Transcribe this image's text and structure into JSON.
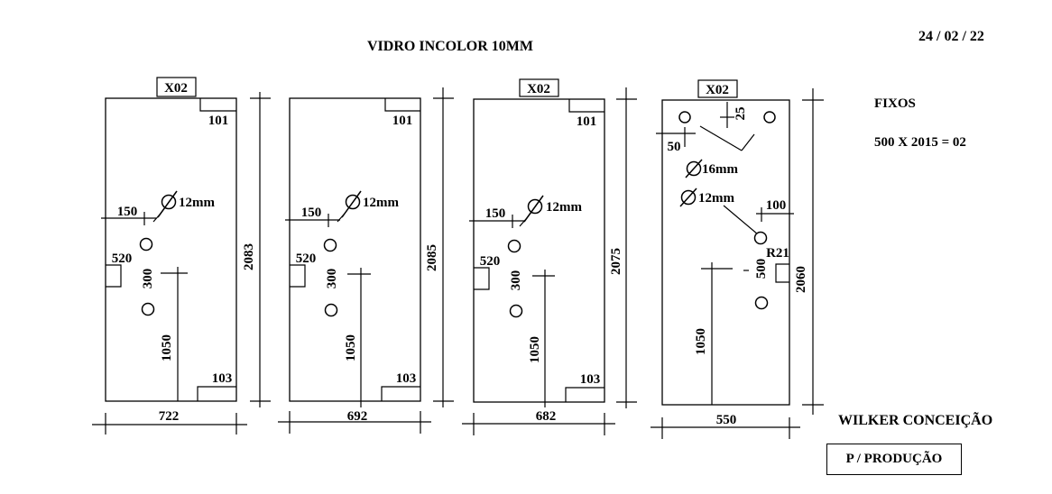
{
  "header": {
    "title": "VIDRO INCOLOR 10MM",
    "date": "24 / 02 / 22"
  },
  "notes": {
    "fixos_label": "FIXOS",
    "fixos_spec": "500 X 2015 = 02",
    "client": "WILKER CONCEIÇÃO",
    "status": "P / PRODUÇÃO"
  },
  "panels": [
    {
      "tag": "X02",
      "top_notch": "101",
      "bottom_notch": "103",
      "hole_label": "12mm",
      "offset_x": "150",
      "hole_spacing": "300",
      "side_notch": "520",
      "handle_height": "1050",
      "height": "2083",
      "width": "722"
    },
    {
      "tag": "",
      "top_notch": "101",
      "bottom_notch": "103",
      "hole_label": "12mm",
      "offset_x": "150",
      "hole_spacing": "300",
      "side_notch": "520",
      "handle_height": "1050",
      "height": "2085",
      "width": "692"
    },
    {
      "tag": "X02",
      "top_notch": "101",
      "bottom_notch": "103",
      "hole_label": "12mm",
      "offset_x": "150",
      "hole_spacing": "300",
      "side_notch": "520",
      "handle_height": "1050",
      "height": "2075",
      "width": "682"
    },
    {
      "tag": "X02",
      "dim_top_offset": "25",
      "dim_side_offset": "50",
      "hole_large_label": "16mm",
      "hole_small_label": "12mm",
      "offset_x": "100",
      "radius": "R21",
      "hole_spacing": "500",
      "handle_height": "1050",
      "height": "2060",
      "width": "550"
    }
  ]
}
